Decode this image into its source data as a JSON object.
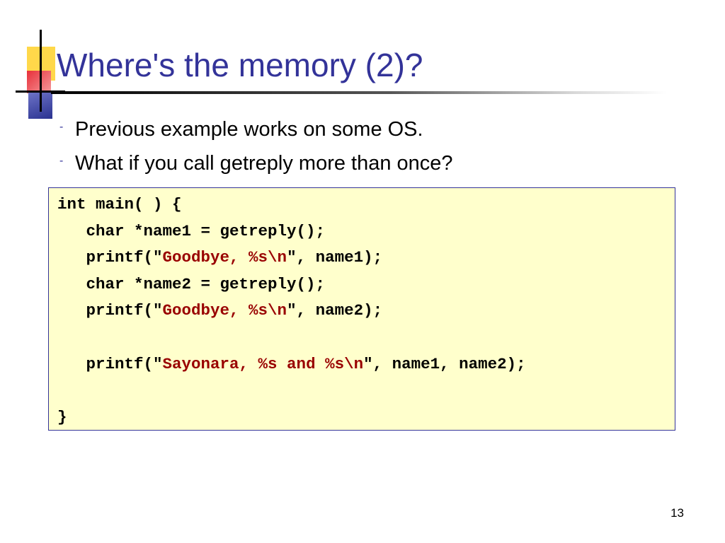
{
  "slide": {
    "title": "Where's the memory (2)?",
    "bullets": [
      "Previous example works on some OS.",
      "What if you call getreply more than once?"
    ],
    "bullet_symbol": "-",
    "page_number": "13"
  },
  "code": {
    "line1": "int main( ) {",
    "line2": "   char *name1 = getreply();",
    "line3_pre": "   printf(\"",
    "line3_str": "Goodbye, %s\\n",
    "line3_post": "\", name1);",
    "line4": "   char *name2 = getreply();",
    "line5_pre": "   printf(\"",
    "line5_str": "Goodbye, %s\\n",
    "line5_post": "\", name2);",
    "line6": "",
    "line7_pre": "   printf(\"",
    "line7_str": "Sayonara, %s and %s\\n",
    "line7_post": "\", name1, name2);",
    "line8": "",
    "line9": "}"
  },
  "colors": {
    "title": "#333399",
    "code_background": "#ffffcc",
    "string_literal": "#990000"
  }
}
